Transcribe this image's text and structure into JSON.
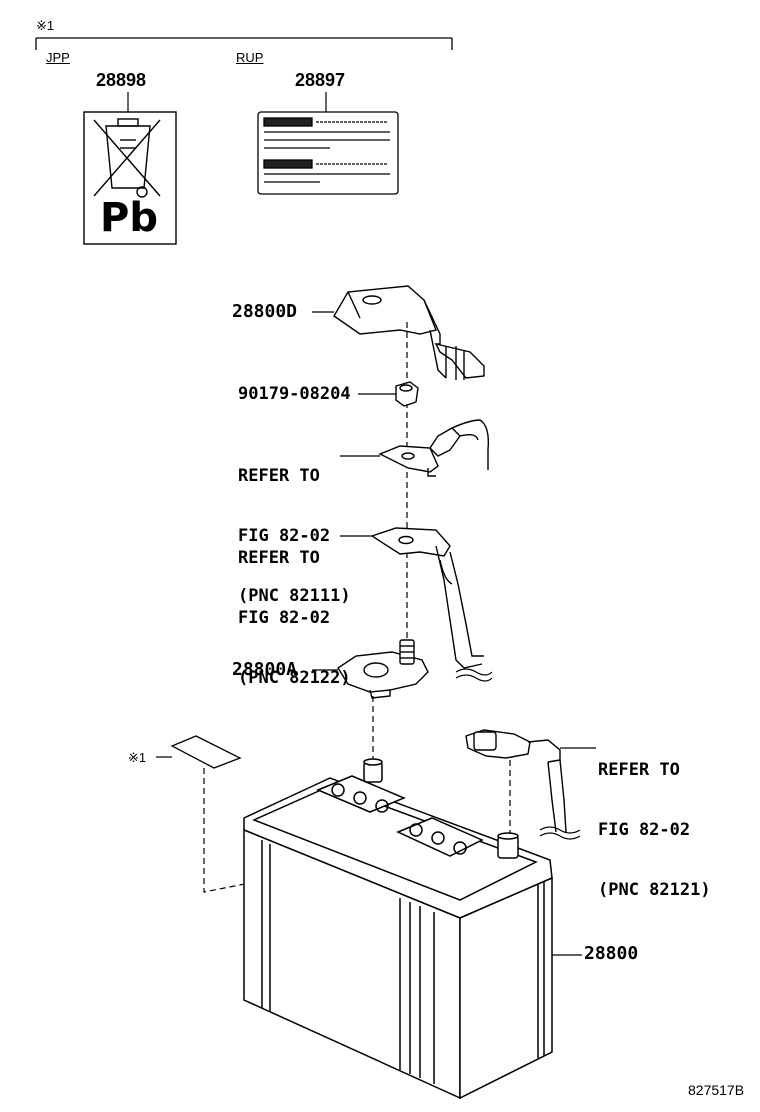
{
  "note_marker": "※1",
  "header_group": {
    "jpp_label": "JPP",
    "rup_label": "RUP"
  },
  "labels": {
    "jpp_part": "28898",
    "rup_part": "28897",
    "pb_text": "Pb"
  },
  "parts": {
    "cover": "28800D",
    "nut": "90179-08204",
    "terminal_clamp": "28800A",
    "battery": "28800"
  },
  "references": [
    {
      "line1": "REFER TO",
      "line2": "FIG 82-02",
      "line3": "(PNC 82111)"
    },
    {
      "line1": "REFER TO",
      "line2": "FIG 82-02",
      "line3": "(PNC 82122)"
    },
    {
      "line1": "REFER TO",
      "line2": "FIG 82-02",
      "line3": "(PNC 82121)"
    }
  ],
  "sticker_marker": "※1",
  "figure_code": "827517B"
}
